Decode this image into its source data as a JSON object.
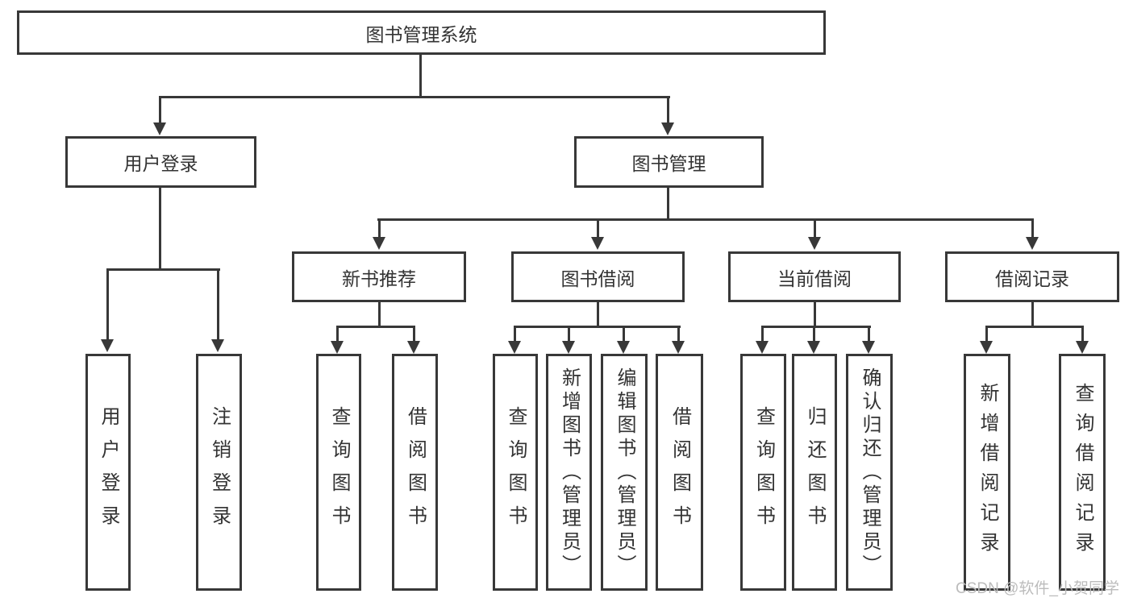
{
  "tree": {
    "root": {
      "label": "图书管理系统"
    },
    "children": [
      {
        "label": "用户登录",
        "children": [
          {
            "label": "用户登录"
          },
          {
            "label": "注销登录"
          }
        ]
      },
      {
        "label": "图书管理",
        "children": [
          {
            "label": "新书推荐",
            "children": [
              {
                "label": "查询图书"
              },
              {
                "label": "借阅图书"
              }
            ]
          },
          {
            "label": "图书借阅",
            "children": [
              {
                "label": "查询图书"
              },
              {
                "label": "新增图书（管理员）"
              },
              {
                "label": "编辑图书（管理员）"
              },
              {
                "label": "借阅图书"
              }
            ]
          },
          {
            "label": "当前借阅",
            "children": [
              {
                "label": "查询图书"
              },
              {
                "label": "归还图书"
              },
              {
                "label": "确认归还（管理员）"
              }
            ]
          },
          {
            "label": "借阅记录",
            "children": [
              {
                "label": "新增借阅记录"
              },
              {
                "label": "查询借阅记录"
              }
            ]
          }
        ]
      }
    ]
  },
  "watermark": {
    "text": "CSDN @软件_小贺同学"
  },
  "colors": {
    "line": "#383838",
    "text": "#333333",
    "box_background": "#ffffff",
    "watermark": "#bcbcbc"
  }
}
